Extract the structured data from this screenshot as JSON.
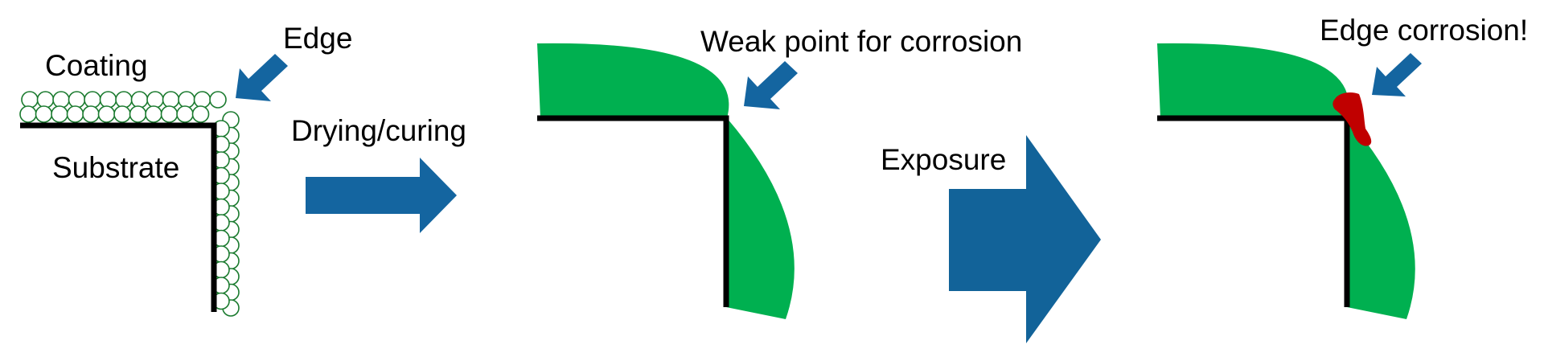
{
  "labels": {
    "coating": "Coating",
    "edge": "Edge",
    "substrate": "Substrate",
    "drying_curing": "Drying/curing",
    "weak_point": "Weak point for corrosion",
    "exposure": "Exposure",
    "edge_corrosion": "Edge corrosion!"
  },
  "colors": {
    "arrow": "#1465a0",
    "coating_fill": "#00b050",
    "bead_stroke": "#1a7a2e",
    "substrate": "#000000",
    "corrosion": "#c00000"
  }
}
